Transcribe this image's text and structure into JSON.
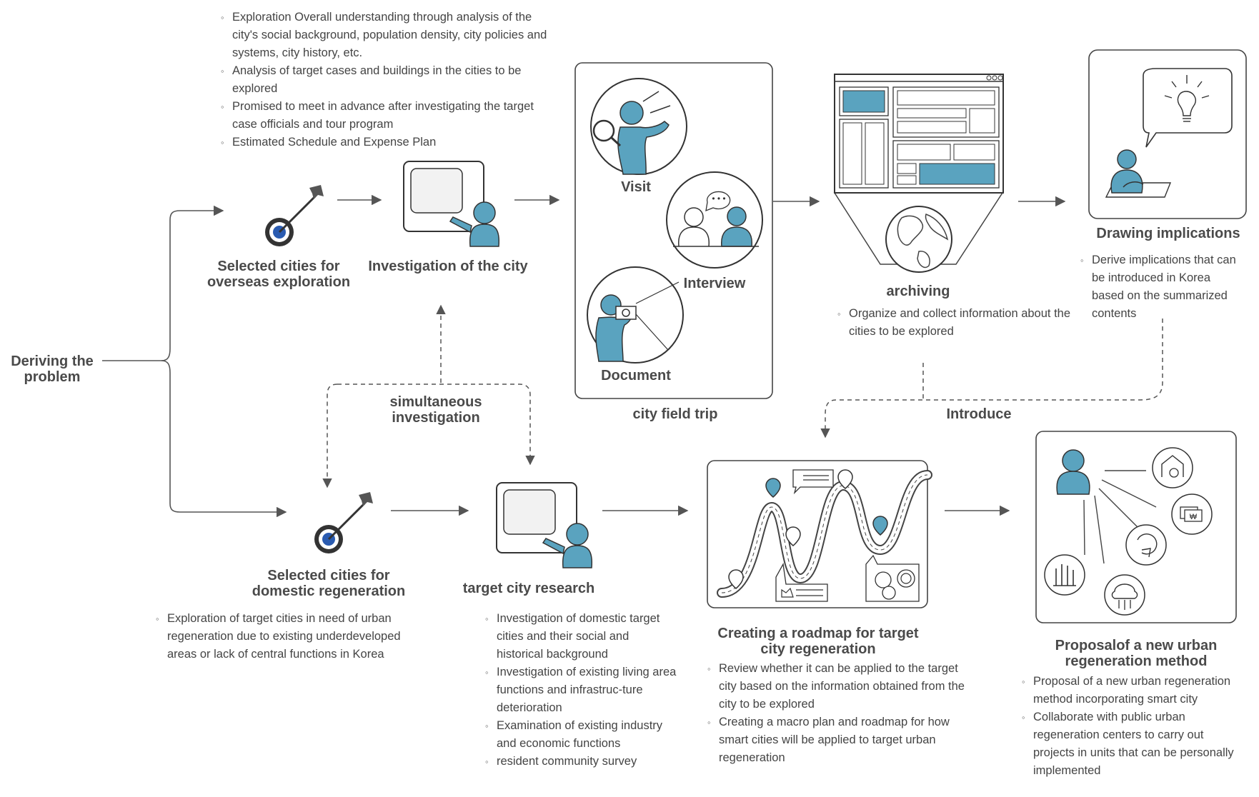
{
  "start": {
    "label": "Deriving the problem"
  },
  "top_row": {
    "notes": [
      "Exploration Overall understanding through analysis of the city's social background, population density, city policies and systems, city history, etc.",
      "Analysis of target cases and buildings in the cities to be explored",
      "Promised to meet in advance after investigating the target case officials and tour program",
      "Estimated Schedule and Expense Plan"
    ],
    "selected_cities": "Selected cities for overseas exploration",
    "investigation": "Investigation of the city",
    "field_trip": {
      "label": "city field trip",
      "visit": "Visit",
      "interview": "Interview",
      "document": "Document"
    },
    "archiving": {
      "label": "archiving",
      "notes": [
        "Organize and collect information about the cities to be explored"
      ]
    },
    "implications": {
      "label": "Drawing implications",
      "notes": [
        "Derive implications that can be introduced in Korea based on the summarized contents"
      ]
    }
  },
  "middle": {
    "simultaneous": "simultaneous investigation",
    "introduce": "Introduce"
  },
  "bottom_row": {
    "selected_cities": "Selected cities for domestic regeneration",
    "selected_notes": [
      "Exploration of target cities in need of urban regeneration due to existing underdeveloped areas or lack of central functions in Korea"
    ],
    "research": "target city research",
    "research_notes": [
      "Investigation of domestic target cities and their social and historical background",
      "Investigation of existing living area functions and infrastruc-ture deterioration",
      "Examination of existing industry and economic functions",
      "resident community survey"
    ],
    "roadmap": "Creating a roadmap for target city regeneration",
    "roadmap_notes": [
      "Review whether it can be applied to the target city based on the information obtained from the city to be explored",
      "Creating a macro plan and roadmap for how smart cities will be applied to target urban regeneration"
    ],
    "proposal": "Proposalof a new urban regeneration method",
    "proposal_notes": [
      "Proposal of a new urban regeneration method incorporating smart city",
      "Collaborate with public urban regeneration centers to carry out projects in units that can be personally implemented"
    ]
  },
  "colors": {
    "accent": "#5aa3bf",
    "line": "#555555",
    "dark": "#333333"
  }
}
